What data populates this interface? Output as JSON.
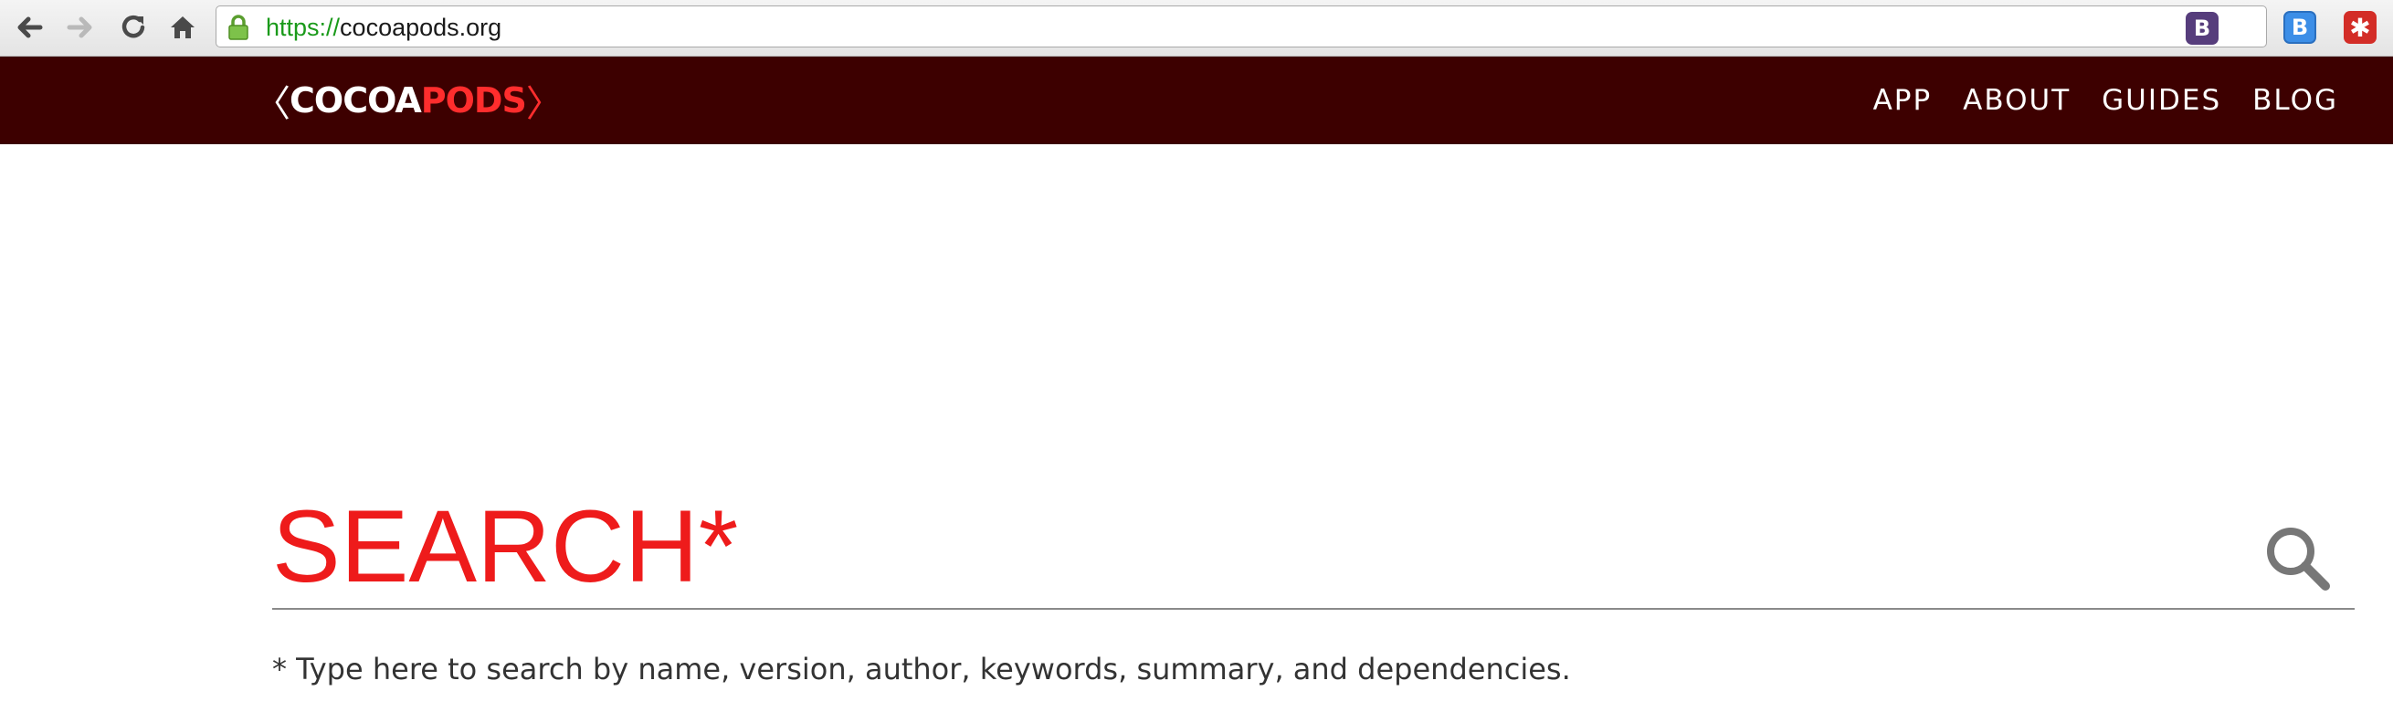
{
  "browser": {
    "url_scheme": "https://",
    "url_host": "cocoapods.org",
    "icons": {
      "back": "arrow-left-icon",
      "forward": "arrow-right-icon",
      "reload": "reload-icon",
      "home": "home-icon",
      "secure": "lock-icon",
      "bookmark": "star-icon"
    },
    "extensions": [
      {
        "name": "bootstrap-extension-icon",
        "glyph": "B",
        "color": "#563d7c"
      },
      {
        "name": "b-extension-icon",
        "glyph": "B",
        "color": "#3c8ee7"
      },
      {
        "name": "lastpass-extension-icon",
        "glyph": "✱",
        "color": "#d32d27"
      }
    ]
  },
  "site": {
    "logo": {
      "left_bracket": "〈",
      "cocoa": "COCOA",
      "pods": "PODS",
      "right_bracket": "〉"
    },
    "nav": [
      {
        "label": "APP"
      },
      {
        "label": "ABOUT"
      },
      {
        "label": "GUIDES"
      },
      {
        "label": "BLOG"
      }
    ],
    "colors": {
      "header_bg": "#3d0000",
      "accent_red": "#ee1b1b"
    }
  },
  "search": {
    "placeholder": "SEARCH*",
    "value": "",
    "hint": "* Type here to search by name, version, author, keywords, summary, and dependencies.",
    "icon": "search-icon"
  }
}
